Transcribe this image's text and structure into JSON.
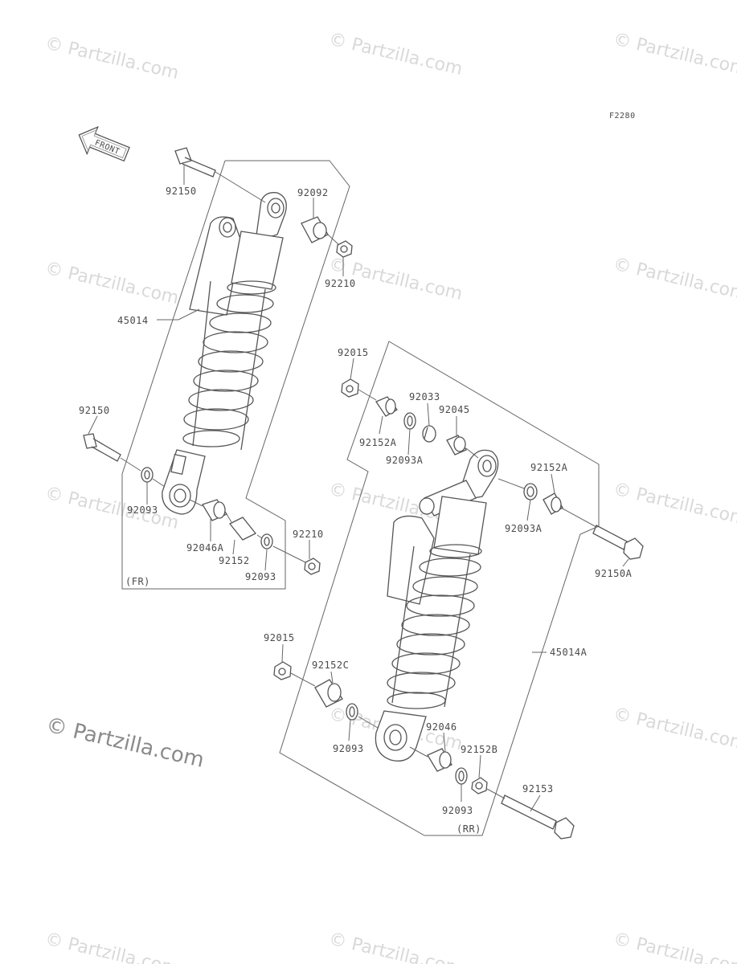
{
  "figure_code": "F2280",
  "front_label": "FRONT",
  "group_labels": {
    "front": "(FR)",
    "rear": "(RR)"
  },
  "watermark": "© Partzilla.com",
  "parts": [
    {
      "id": "92150",
      "label": "92150"
    },
    {
      "id": "92092",
      "label": "92092"
    },
    {
      "id": "92210",
      "label": "92210"
    },
    {
      "id": "45014",
      "label": "45014"
    },
    {
      "id": "92150",
      "label": "92150"
    },
    {
      "id": "92093",
      "label": "92093"
    },
    {
      "id": "92046A",
      "label": "92046A"
    },
    {
      "id": "92152",
      "label": "92152"
    },
    {
      "id": "92093",
      "label": "92093"
    },
    {
      "id": "92210",
      "label": "92210"
    },
    {
      "id": "92015",
      "label": "92015"
    },
    {
      "id": "92033",
      "label": "92033"
    },
    {
      "id": "92045",
      "label": "92045"
    },
    {
      "id": "92152A",
      "label": "92152A"
    },
    {
      "id": "92093A",
      "label": "92093A"
    },
    {
      "id": "92152A",
      "label": "92152A"
    },
    {
      "id": "92093A",
      "label": "92093A"
    },
    {
      "id": "92150A",
      "label": "92150A"
    },
    {
      "id": "45014A",
      "label": "45014A"
    },
    {
      "id": "92015",
      "label": "92015"
    },
    {
      "id": "92152C",
      "label": "92152C"
    },
    {
      "id": "92093",
      "label": "92093"
    },
    {
      "id": "92046",
      "label": "92046"
    },
    {
      "id": "92152B",
      "label": "92152B"
    },
    {
      "id": "92153",
      "label": "92153"
    },
    {
      "id": "92093",
      "label": "92093"
    }
  ]
}
